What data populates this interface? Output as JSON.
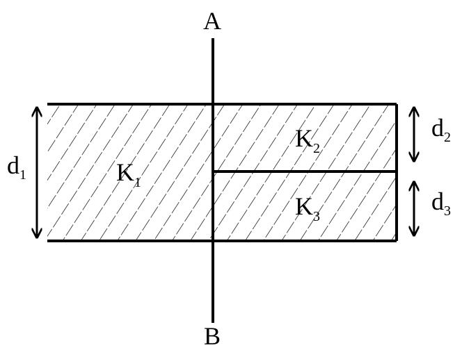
{
  "diagram": {
    "point_top": "A",
    "point_bottom": "B",
    "dielectrics": [
      {
        "symbol": "K",
        "index": "1"
      },
      {
        "symbol": "K",
        "index": "2"
      },
      {
        "symbol": "K",
        "index": "3"
      }
    ],
    "thicknesses": [
      {
        "symbol": "d",
        "index": "1"
      },
      {
        "symbol": "d",
        "index": "2"
      },
      {
        "symbol": "d",
        "index": "3"
      }
    ],
    "colors": {
      "line": "#000000",
      "background": "#ffffff"
    }
  }
}
